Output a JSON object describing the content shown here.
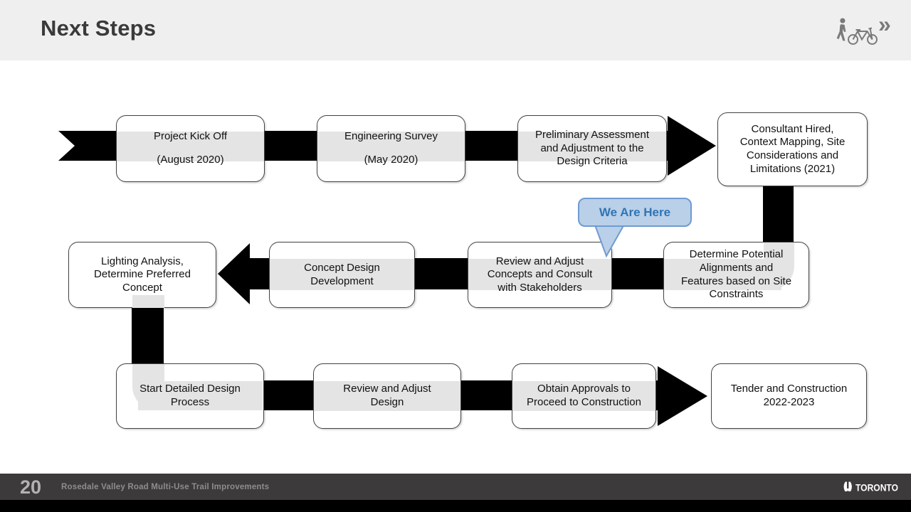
{
  "slide": {
    "title": "Next Steps",
    "header_icons": [
      "pedestrian-icon",
      "bicycle-icon",
      "double-chevron-icon"
    ],
    "chevrons": "»"
  },
  "flow": {
    "row1": {
      "box1": {
        "line1": "Project Kick Off",
        "line2": "(August 2020)"
      },
      "box2": {
        "line1": "Engineering Survey",
        "line2": "(May 2020)"
      },
      "box3": {
        "text": "Preliminary Assessment\nand Adjustment to the\nDesign Criteria"
      },
      "box4": {
        "text": "Consultant Hired,\nContext Mapping, Site\nConsiderations and\nLimitations (2021)"
      }
    },
    "row2": {
      "box5": {
        "text": "Determine Potential\nAlignments and\nFeatures based on Site\nConstraints"
      },
      "box6": {
        "text": "Review and Adjust\nConcepts and Consult\nwith Stakeholders"
      },
      "box7": {
        "text": "Concept Design\nDevelopment"
      },
      "box8": {
        "text": "Lighting Analysis,\nDetermine Preferred\nConcept"
      }
    },
    "row3": {
      "box9": {
        "text": "Start Detailed Design\nProcess"
      },
      "box10": {
        "text": "Review and Adjust\nDesign"
      },
      "box11": {
        "text": "Obtain Approvals to\nProceed to Construction"
      },
      "box12": {
        "text": "Tender and Construction\n2022-2023"
      }
    },
    "callout": {
      "label": "We Are Here"
    }
  },
  "footer": {
    "page_number": "20",
    "deck_title": "Rosedale Valley Road Multi-Use Trail Improvements",
    "logo_text": "TORONTO"
  },
  "colors": {
    "header_bg": "#f0efef",
    "title_text": "#3a3a3a",
    "flow_band": "#000000",
    "box_border": "#424242",
    "box_stripe": "#e5e4e4",
    "callout_fill": "#bacfe8",
    "callout_border": "#6f9bd1",
    "callout_text": "#2e75b5",
    "footer_bg": "#3c3a3b",
    "footer_text": "#8e8c8d",
    "icon_gray": "#7a7a7a"
  }
}
